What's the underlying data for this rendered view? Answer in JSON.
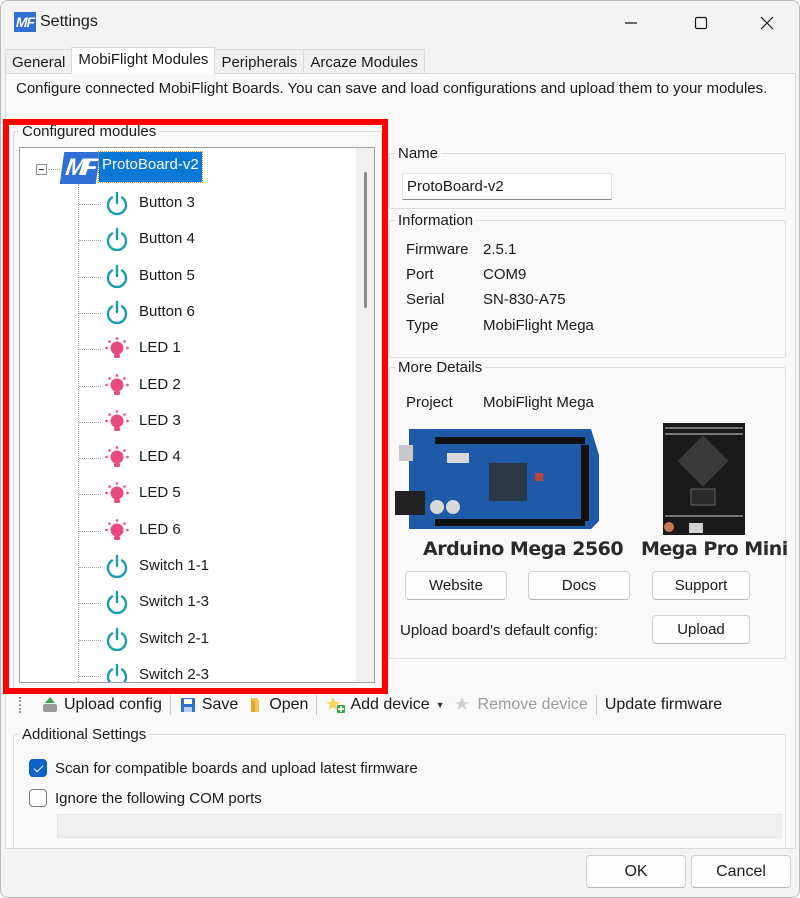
{
  "window": {
    "title": "Settings",
    "logo_text": "MF",
    "controls": {
      "minimize": "minimize",
      "maximize": "maximize",
      "close": "close"
    }
  },
  "tabs": [
    {
      "label": "General",
      "active": false
    },
    {
      "label": "MobiFlight Modules",
      "active": true
    },
    {
      "label": "Peripherals",
      "active": false
    },
    {
      "label": "Arcaze Modules",
      "active": false
    }
  ],
  "intro_text": "Configure connected MobiFlight Boards. You can save and load configurations and upload them to your modules.",
  "configured_modules": {
    "legend": "Configured modules",
    "root": {
      "label": "ProtoBoard-v2",
      "logo_text": "MF",
      "expanded": true,
      "selected": true
    },
    "devices": [
      {
        "label": "Button 3",
        "type": "button"
      },
      {
        "label": "Button 4",
        "type": "button"
      },
      {
        "label": "Button 5",
        "type": "button"
      },
      {
        "label": "Button 6",
        "type": "button"
      },
      {
        "label": "LED 1",
        "type": "led"
      },
      {
        "label": "LED 2",
        "type": "led"
      },
      {
        "label": "LED 3",
        "type": "led"
      },
      {
        "label": "LED 4",
        "type": "led"
      },
      {
        "label": "LED 5",
        "type": "led"
      },
      {
        "label": "LED 6",
        "type": "led"
      },
      {
        "label": "Switch 1-1",
        "type": "switch"
      },
      {
        "label": "Switch 1-3",
        "type": "switch"
      },
      {
        "label": "Switch 2-1",
        "type": "switch"
      },
      {
        "label": "Switch 2-3",
        "type": "switch"
      }
    ]
  },
  "name_group": {
    "legend": "Name",
    "value": "ProtoBoard-v2"
  },
  "information": {
    "legend": "Information",
    "rows": [
      {
        "key": "Firmware",
        "value": "2.5.1"
      },
      {
        "key": "Port",
        "value": "COM9"
      },
      {
        "key": "Serial",
        "value": "SN-830-A75"
      },
      {
        "key": "Type",
        "value": "MobiFlight Mega"
      }
    ]
  },
  "more_details": {
    "legend": "More Details",
    "project_key": "Project",
    "project_value": "MobiFlight Mega",
    "board1_title": "Arduino Mega 2560",
    "board2_title": "Mega Pro Mini",
    "website_button": "Website",
    "docs_button": "Docs",
    "support_button": "Support",
    "upload_label": "Upload board's default config:",
    "upload_button": "Upload"
  },
  "toolbar": {
    "upload_config": "Upload config",
    "save": "Save",
    "open": "Open",
    "add_device": "Add device",
    "remove_device": "Remove device",
    "update_firmware": "Update firmware"
  },
  "additional_settings": {
    "legend": "Additional Settings",
    "scan_label": "Scan for compatible boards and upload latest firmware",
    "scan_checked": true,
    "ignore_label": "Ignore the following COM ports",
    "ignore_checked": false,
    "ignore_ports_value": ""
  },
  "footer": {
    "ok": "OK",
    "cancel": "Cancel"
  },
  "colors": {
    "accent": "#0a78d7",
    "highlight_outline": "#ff0000",
    "button_icon": "#1a9bb0",
    "led_icon": "#e84a7f"
  }
}
